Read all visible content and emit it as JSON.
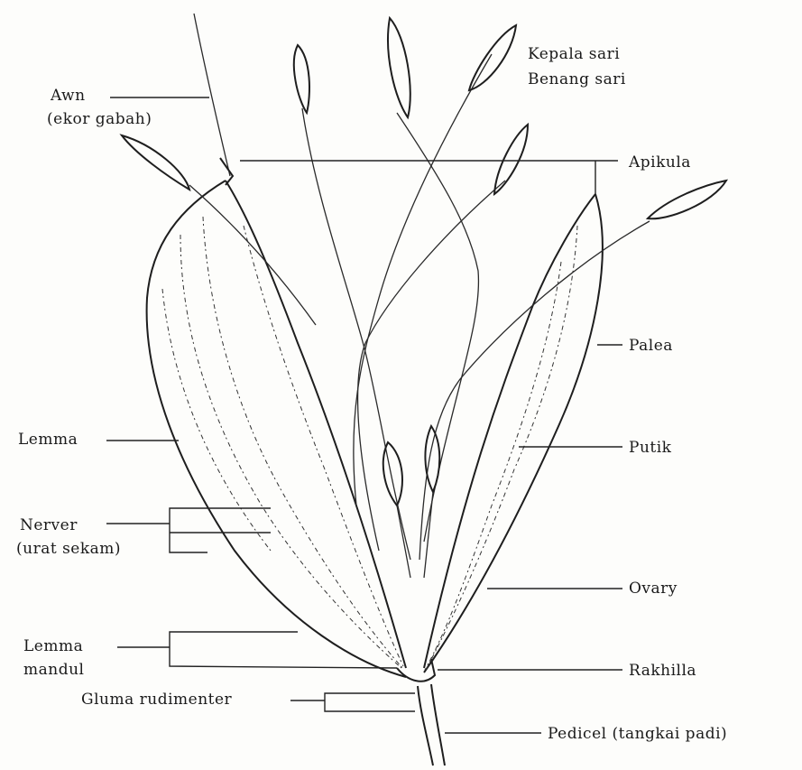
{
  "labels": {
    "awn": "Awn",
    "awn_sub": "(ekor gabah)",
    "kepala_sari": "Kepala sari",
    "benang_sari": "Benang sari",
    "apikula": "Apikula",
    "palea": "Palea",
    "lemma": "Lemma",
    "putik": "Putik",
    "nerver": "Nerver",
    "nerver_sub": "(urat sekam)",
    "ovary": "Ovary",
    "lemma_mandul_1": "Lemma",
    "lemma_mandul_2": "mandul",
    "rakhilla": "Rakhilla",
    "gluma": "Gluma rudimenter",
    "pedicel": "Pedicel (tangkai padi)"
  },
  "colors": {
    "ink": "#1e1e1e",
    "paper": "#fdfdfb"
  }
}
